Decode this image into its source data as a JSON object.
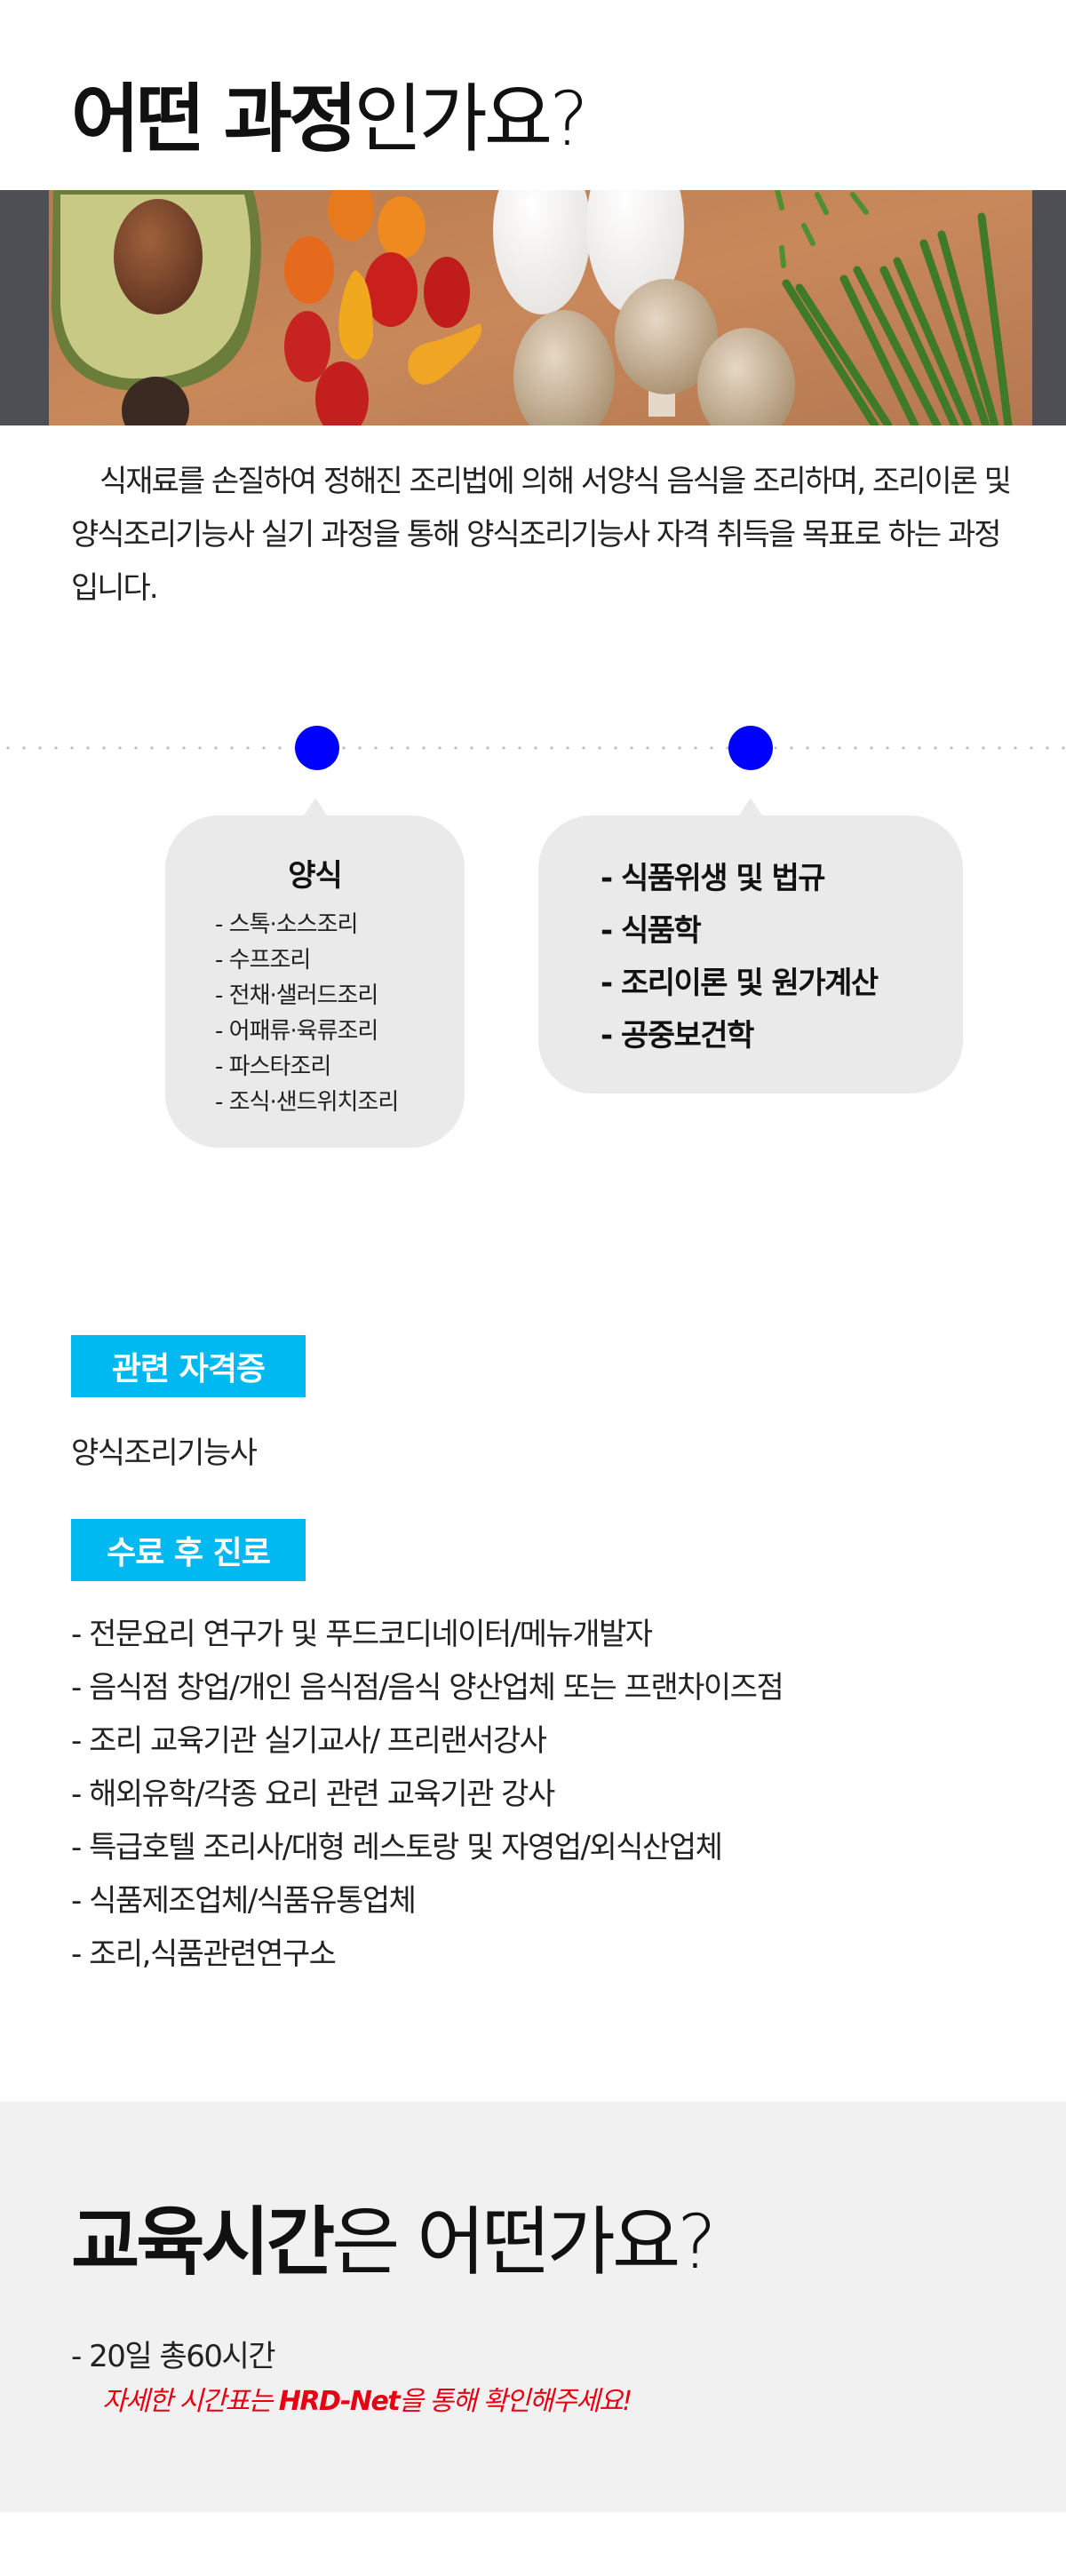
{
  "section1": {
    "title_bold": "어떤 과정",
    "title_thin": "인가요?",
    "photo_alt": "food-ingredients-photo",
    "description": "　식재료를 손질하여 정해진 조리법에 의해 서양식 음식을 조리하며, 조리이론 및 양식조리기능사 실기 과정을 통해 양식조리기능사 자격 취득을 목표로 하는 과정입니다."
  },
  "timeline": {
    "dot_color": "#0000ff",
    "practical": {
      "title": "양식",
      "items": [
        "- 스톡·소스조리",
        "- 수프조리",
        "- 전채·샐러드조리",
        "- 어패류·육류조리",
        "- 파스타조리",
        "- 조식·샌드위치조리"
      ]
    },
    "theory": {
      "items": [
        "- 식품위생 및 법규",
        "- 식품학",
        "- 조리이론 및 원가계산",
        "- 공중보건학"
      ]
    }
  },
  "certificate": {
    "badge_label": "관련 자격증",
    "value": "양식조리기능사"
  },
  "career": {
    "badge_label": "수료 후 진로",
    "items": [
      "- 전문요리 연구가 및 푸드코디네이터/메뉴개발자",
      "- 음식점 창업/개인 음식점/음식 양산업체 또는 프랜차이즈점",
      "- 조리 교육기관 실기교사/ 프리랜서강사",
      "- 해외유학/각종 요리 관련 교육기관 강사",
      "- 특급호텔 조리사/대형 레스토랑 및 자영업/외식산업체",
      "- 식품제조업체/식품유통업체",
      "- 조리,식품관련연구소"
    ]
  },
  "section2": {
    "title_bold": "교육시간",
    "title_thin": "은 어떤가요?",
    "hours": "- 20일 총60시간",
    "note_pre": "자세한 시간표는 ",
    "note_bold": "HRD-Net",
    "note_post": "을 통해 확인해주세요!"
  },
  "colors": {
    "badge": "#00b9f1",
    "bubble": "#eaeaea",
    "section_gray": "#f1f1f1",
    "note_red": "#e60012",
    "dot_blue": "#0000ff"
  }
}
